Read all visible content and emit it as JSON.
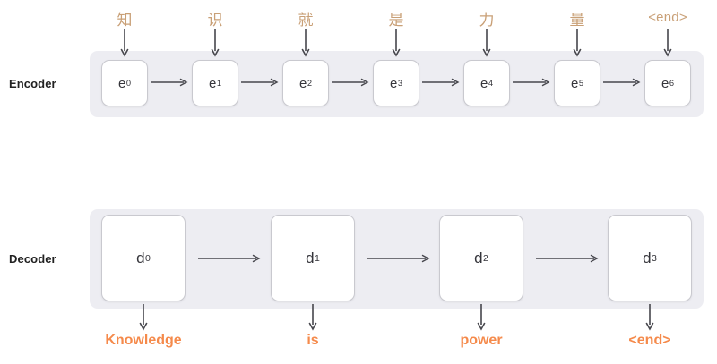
{
  "diagram": {
    "rows": [
      {
        "label": "Encoder",
        "name": "encoder",
        "cells": [
          {
            "base": "e",
            "index": "0"
          },
          {
            "base": "e",
            "index": "1"
          },
          {
            "base": "e",
            "index": "2"
          },
          {
            "base": "e",
            "index": "3"
          },
          {
            "base": "e",
            "index": "4"
          },
          {
            "base": "e",
            "index": "5"
          },
          {
            "base": "e",
            "index": "6"
          }
        ],
        "inputs": [
          "知",
          "识",
          "就",
          "是",
          "力",
          "量",
          "<end>"
        ]
      },
      {
        "label": "Decoder",
        "name": "decoder",
        "cells": [
          {
            "base": "d",
            "index": "0"
          },
          {
            "base": "d",
            "index": "1"
          },
          {
            "base": "d",
            "index": "2"
          },
          {
            "base": "d",
            "index": "3"
          }
        ],
        "outputs": [
          "Knowledge",
          "is",
          "power",
          "<end>"
        ]
      }
    ],
    "colors": {
      "input_token": "#c9a077",
      "output_token": "#f58a4b",
      "band": "#ededf2",
      "cell_border": "#c9c9cf",
      "arrow": "#46464c",
      "label": "#212121"
    }
  }
}
